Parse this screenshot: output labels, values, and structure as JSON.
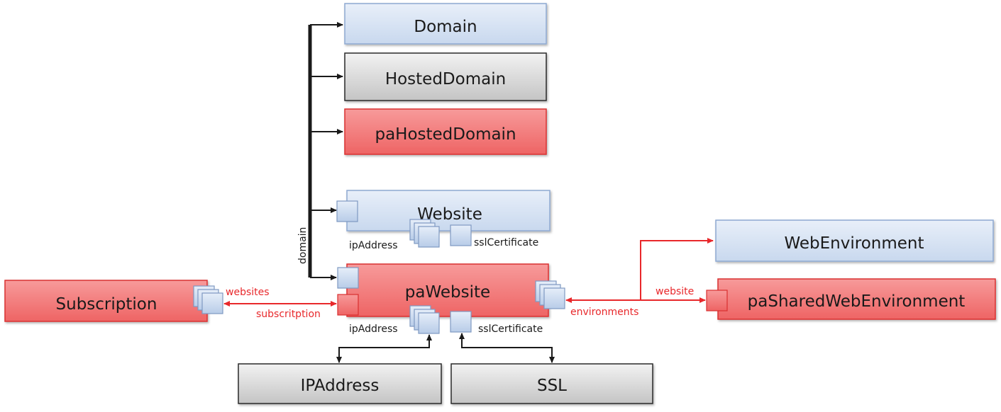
{
  "boxes": {
    "domain": "Domain",
    "hosted_domain": "HostedDomain",
    "pa_hosted_domain": "paHostedDomain",
    "website": "Website",
    "pa_website": "paWebsite",
    "subscription": "Subscription",
    "web_environment": "WebEnvironment",
    "pa_shared_web_environment": "paSharedWebEnvironment",
    "ip_address": "IPAddress",
    "ssl": "SSL"
  },
  "labels": {
    "domain": "domain",
    "website_ip_address": "ipAddress",
    "website_ssl_certificate": "sslCertificate",
    "pa_website_ip_address": "ipAddress",
    "pa_website_ssl_certificate": "sslCertificate",
    "websites": "websites",
    "subscription": "subscritption",
    "website": "website",
    "environments": "environments"
  },
  "colors": {
    "blue_fill": "#dbe6f4",
    "blue_stroke": "#8ea9d1",
    "gray_fill": "#d9d9d9",
    "gray_stroke": "#2b2b2b",
    "red_fill": "#f27f7f",
    "red_stroke": "#d93030",
    "red_line": "#e8282b",
    "black_line": "#1a1a1a"
  }
}
